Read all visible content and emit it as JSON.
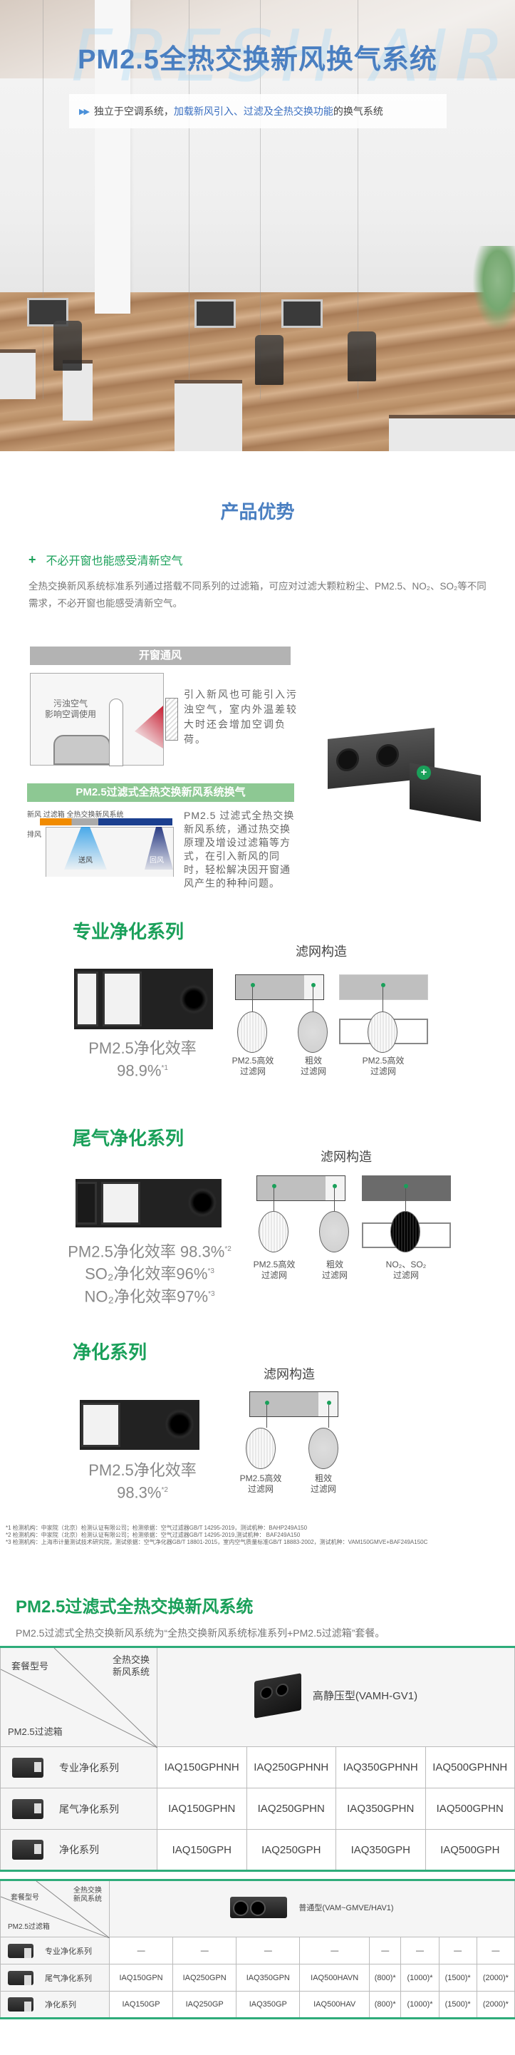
{
  "hero": {
    "watermark": "FRESH AIR",
    "title": "PM2.5全热交换新风换气系统",
    "tagline_prefix": "独立于空调系统，",
    "tagline_highlight": "加载新风引入、过滤及全热交换功能",
    "tagline_suffix": "的换气系统",
    "arrow_icon": "▶▶"
  },
  "advantage": {
    "title": "产品优势",
    "point_icon": "+",
    "point_title": "不必开窗也能感受清新空气",
    "description": "全热交换新风系统标准系列通过搭载不同系列的过滤箱，可应对过滤大颗粒粉尘、PM2.5、NO₂、SO₂等不同需求，不必开窗也能感受清新空气。",
    "window_bar": "开窗通风",
    "window_room_label_1": "污浊空气",
    "window_room_label_2": "影响空调使用",
    "window_desc": "引入新风也可能引入污浊空气，室内外温差较大时还会增加空调负荷。",
    "system_bar": "PM2.5过滤式全热交换新风系统换气",
    "system_labels": "新风 过滤箱  全热交换新风系统",
    "exhaust_label": "排风",
    "supply_label": "送风",
    "return_label": "回风",
    "system_desc": "PM2.5 过滤式全热交换新风系统，通过热交换原理及增设过滤箱等方式，在引入新风的同时，轻松解决因开窗通风产生的种种问题。",
    "plus_icon": "+"
  },
  "series": [
    {
      "name": "专业净化系列",
      "efficiency_lines": [
        {
          "text": "PM2.5净化效率",
          "note": ""
        },
        {
          "text": "98.9%",
          "note": "*1"
        }
      ],
      "structure_title": "滤网构造",
      "filters": [
        {
          "label_1": "PM2.5高效",
          "label_2": "过滤网"
        },
        {
          "label_1": "粗效",
          "label_2": "过滤网"
        },
        {
          "label_1": "PM2.5高效",
          "label_2": "过滤网"
        }
      ]
    },
    {
      "name": "尾气净化系列",
      "efficiency_lines": [
        {
          "text": "PM2.5净化效率 98.3%",
          "note": "*2"
        },
        {
          "text": "SO₂净化效率96%",
          "note": "*3"
        },
        {
          "text": "NO₂净化效率97%",
          "note": "*3"
        }
      ],
      "structure_title": "滤网构造",
      "filters": [
        {
          "label_1": "PM2.5高效",
          "label_2": "过滤网"
        },
        {
          "label_1": "粗效",
          "label_2": "过滤网"
        },
        {
          "label_1": "NO₂、SO₂",
          "label_2": "过滤网"
        }
      ]
    },
    {
      "name": "净化系列",
      "efficiency_lines": [
        {
          "text": "PM2.5净化效率",
          "note": ""
        },
        {
          "text": "98.3%",
          "note": "*2"
        }
      ],
      "structure_title": "滤网构造",
      "filters": [
        {
          "label_1": "PM2.5高效",
          "label_2": "过滤网"
        },
        {
          "label_1": "粗效",
          "label_2": "过滤网"
        }
      ]
    }
  ],
  "footnotes": [
    "*1 检测机构：中家院（北京）检测认证有限公司；检测依据：空气过滤器GB/T 14295-2019，测试机种：BAHP249A150",
    "*2 检测机构：中家院（北京）检测认证有限公司；检测依据：空气过滤器GB/T 14295-2019,测试机种： BAF249A150",
    "*3 检测机构：上海市计量测试技术研究院，测试依据：空气净化器GB/T 18801-2015，室内空气质量标准GB/T 18883-2002，测试机种：VAM150GMVE+BAF249A150C"
  ],
  "package": {
    "title": "PM2.5过滤式全热交换新风系统",
    "description": "PM2.5过滤式全热交换新风系统为“全热交换新风系统标准系列+PM2.5过滤箱”套餐。",
    "corner_top_left": "套餐型号",
    "corner_top_right_1": "全热交换",
    "corner_top_right_2": "新风系统",
    "corner_bottom_left": "PM2.5过滤箱",
    "table1": {
      "unit_label": "高静压型(VAMH-GV1)",
      "rows": [
        {
          "name": "专业净化系列",
          "cells": [
            "IAQ150GPHNH",
            "IAQ250GPHNH",
            "IAQ350GPHNH",
            "IAQ500GPHNH"
          ]
        },
        {
          "name": "尾气净化系列",
          "cells": [
            "IAQ150GPHN",
            "IAQ250GPHN",
            "IAQ350GPHN",
            "IAQ500GPHN"
          ]
        },
        {
          "name": "净化系列",
          "cells": [
            "IAQ150GPH",
            "IAQ250GPH",
            "IAQ350GPH",
            "IAQ500GPH"
          ]
        }
      ]
    },
    "table2": {
      "unit_label": "普通型(VAM~GMVE/HAV1)",
      "rows": [
        {
          "name": "专业净化系列",
          "cells": [
            "—",
            "—",
            "—",
            "—",
            "—",
            "—",
            "—",
            "—"
          ]
        },
        {
          "name": "尾气净化系列",
          "cells": [
            "IAQ150GPN",
            "IAQ250GPN",
            "IAQ350GPN",
            "IAQ500HAVN",
            "(800)*",
            "(1000)*",
            "(1500)*",
            "(2000)*"
          ]
        },
        {
          "name": "净化系列",
          "cells": [
            "IAQ150GP",
            "IAQ250GP",
            "IAQ350GP",
            "IAQ500HAV",
            "(800)*",
            "(1000)*",
            "(1500)*",
            "(2000)*"
          ]
        }
      ]
    }
  },
  "colors": {
    "title_blue": "#4a7fc1",
    "accent_green": "#1aa05a",
    "table_green": "#2eac7a",
    "bar_green": "#8dc893",
    "bar_gray": "#b3b3b3"
  }
}
